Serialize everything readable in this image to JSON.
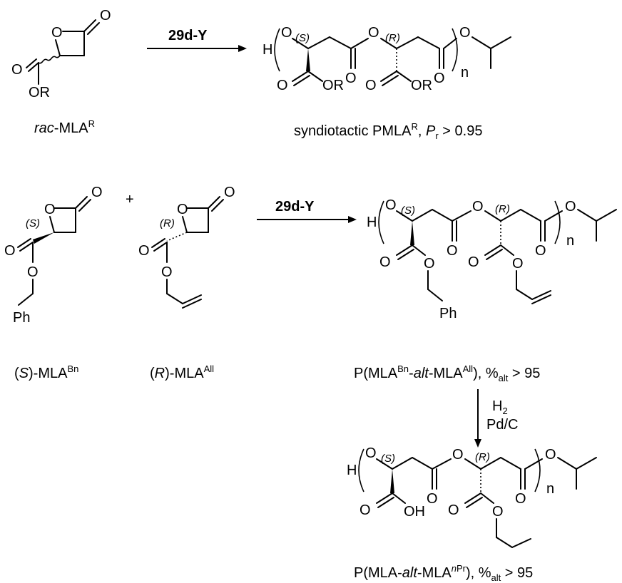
{
  "reaction1": {
    "reagent": "29d-Y",
    "monomer": {
      "prefix": "rac",
      "name": "-MLA",
      "sup": "R"
    },
    "monomer_atoms": {
      "O_ring": "O",
      "O_carbonyl": "O",
      "O_ester_dbl": "O",
      "OR": "OR"
    },
    "product_label": {
      "text": "syndiotactic PMLA",
      "sup": "R",
      "sep": ", ",
      "P": "P",
      "sub": "r",
      "tail": " > 0.95"
    }
  },
  "reaction2": {
    "reagent": "29d-Y",
    "plus": "+",
    "monomer_a": {
      "open": "(",
      "stereo": "S",
      "close": ")-MLA",
      "sup": "Bn",
      "sub_group": "Ph"
    },
    "monomer_b": {
      "open": "(",
      "stereo": "R",
      "close": ")-MLA",
      "sup": "All"
    },
    "product_label": {
      "pre": "P(MLA",
      "sup1": "Bn",
      "mid": "-",
      "alt": "alt",
      "mid2": "-MLA",
      "sup2": "All",
      "post": "), %",
      "sub": "alt",
      "tail": " > 95"
    },
    "conditions": {
      "line1": "H",
      "line1_sub": "2",
      "line2": "Pd/C"
    },
    "final_label": {
      "pre": "P(MLA-",
      "alt": "alt",
      "mid": "-MLA",
      "sup_italic": "n",
      "sup": "Pr",
      "post": "), %",
      "sub": "alt",
      "tail": " > 95"
    }
  },
  "polymer": {
    "H": "H",
    "O": "O",
    "n": "n",
    "S": "(S)",
    "R": "(R)",
    "OR": "OR",
    "OH": "OH",
    "Ph": "Ph"
  }
}
